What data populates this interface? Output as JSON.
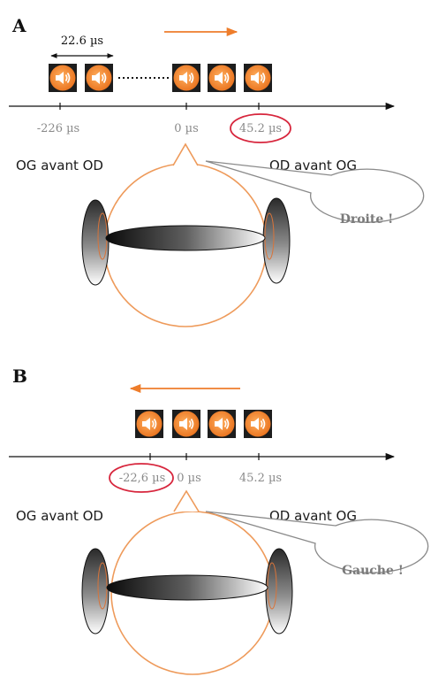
{
  "colors": {
    "accent": "#ee7d2b",
    "highlight": "#d7263d",
    "axis": "#111111",
    "tick_text": "#8a8a8a",
    "bubble_text": "#7a7a7a",
    "bubble_stroke": "#8a8a8a"
  },
  "icon": "speaker-icon",
  "panels": [
    {
      "letter": "A",
      "period_label": "22.6 µs",
      "ticks": [
        "-226 µs",
        "0 µs",
        "45.2 µs"
      ],
      "highlighted_tick": "45.2 µs",
      "left_label": "OG avant OD",
      "right_label": "OD avant OG",
      "bubble": "Droite !",
      "arrow_direction": "right"
    },
    {
      "letter": "B",
      "ticks": [
        "-22,6 µs",
        "0 µs",
        "45.2 µs"
      ],
      "highlighted_tick": "-22,6 µs",
      "left_label": "OG avant OD",
      "right_label": "OD avant OG",
      "bubble": "Gauche !",
      "arrow_direction": "left"
    }
  ]
}
